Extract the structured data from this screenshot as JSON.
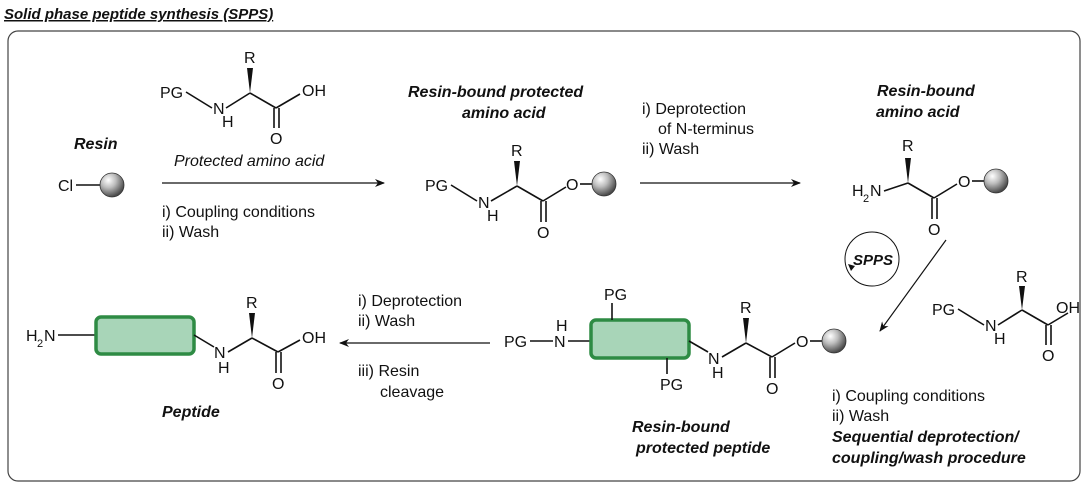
{
  "title": "Solid phase peptide synthesis (SPPS)",
  "colors": {
    "peptide_fill": "#a8d5b8",
    "peptide_stroke": "#2e8b44",
    "frame": "#444444"
  },
  "labels": {
    "resin": "Resin",
    "protected_amino_acid": "Protected amino acid",
    "resin_bound_protected_line1": "Resin-bound protected",
    "resin_bound_protected_line2": "amino acid",
    "resin_bound_line1": "Resin-bound",
    "resin_bound_line2": "amino acid",
    "peptide": "Peptide",
    "resin_bound_peptide_line1": "Resin-bound",
    "resin_bound_peptide_line2": "protected peptide",
    "sequential_line1": "Sequential deprotection/",
    "sequential_line2": "coupling/wash procedure",
    "spps_cycle": "SPPS"
  },
  "steps": {
    "coupling": [
      "i) Coupling conditions",
      "ii) Wash"
    ],
    "deprotection_n": [
      "i) Deprotection",
      "of N-terminus",
      "ii) Wash"
    ],
    "coupling_repeat": [
      "i) Coupling conditions",
      "ii) Wash"
    ],
    "cleavage": [
      "i) Deprotection",
      "ii) Wash",
      "iii) Resin",
      "cleavage"
    ]
  },
  "atoms": {
    "pg": "PG",
    "n": "N",
    "h": "H",
    "o": "O",
    "oh": "OH",
    "r": "R",
    "cl": "Cl",
    "h2n": "H₂N",
    "h2": "H₂",
    "pg_n": "PG─N"
  }
}
